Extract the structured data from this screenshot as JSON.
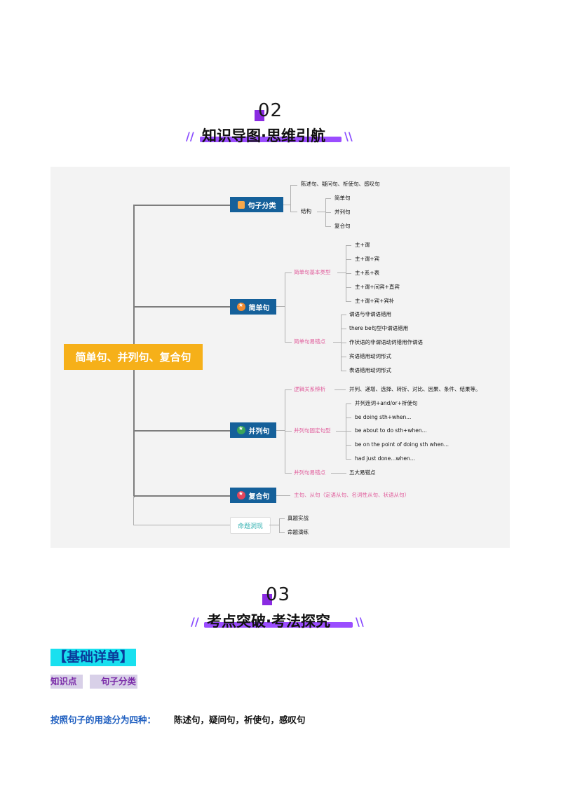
{
  "section02": {
    "number": "02",
    "title": "知识导图·思维引航"
  },
  "mindmap": {
    "central": "简单句、并列句、复合句",
    "nodes": {
      "sentence_class": {
        "label": "句子分类",
        "icon": "book-icon",
        "items": [
          "陈述句、疑问句、祈使句、感叹句"
        ],
        "structure_label": "结构",
        "structure_items": [
          "简单句",
          "并列句",
          "复合句"
        ]
      },
      "simple": {
        "label": "简单句",
        "icon": "star-icon",
        "basic_types_label": "简单句基本类型",
        "basic_types": [
          "主+谓",
          "主+谓+宾",
          "主+系+表",
          "主+谓+间宾+直宾",
          "主+谓+宾+宾补"
        ],
        "errors_label": "简单句易错点",
        "errors": [
          "谓语与非谓语错用",
          "there be句型中谓语错用",
          "作状语的非谓语动词错用作谓语",
          "宾语错用动词形式",
          "表语错用动词形式"
        ]
      },
      "compound": {
        "label": "并列句",
        "icon": "star-icon",
        "logic_label": "逻辑关系辨析",
        "logic": "并列、递增、选择、转折、对比、因果、条件、结果等。",
        "fixed_label": "并列句固定句型",
        "fixed": [
          "并列连词+and/or+祈使句",
          "be doing sth+when...",
          "be about to do sth+when...",
          "be on the point of doing sth when...",
          "had just done...when..."
        ],
        "errors_label": "并列句易错点",
        "errors": "五大易错点"
      },
      "complex": {
        "label": "复合句",
        "icon": "star-icon",
        "detail": "主句、从句（定语从句、名词性从句、状语从句）"
      },
      "exam": {
        "label": "命题洞现",
        "items": [
          "真题实战",
          "命题演练"
        ]
      }
    }
  },
  "section03": {
    "number": "03",
    "title": "考点突破·考法探究"
  },
  "basic": {
    "title": "【基础详单】",
    "knowledge_point_label": "知识点",
    "knowledge_point_name": "句子分类",
    "usage_label": "按照句子的用途分为四种：",
    "usage_value": "陈述句，疑问句，祈使句，感叹句"
  },
  "colors": {
    "accent_purple": "#8a2be2",
    "node_blue": "#15609a",
    "central_orange": "#f6b019",
    "cyan_highlight": "#19e0ef",
    "pink_label": "#e05a9a"
  }
}
